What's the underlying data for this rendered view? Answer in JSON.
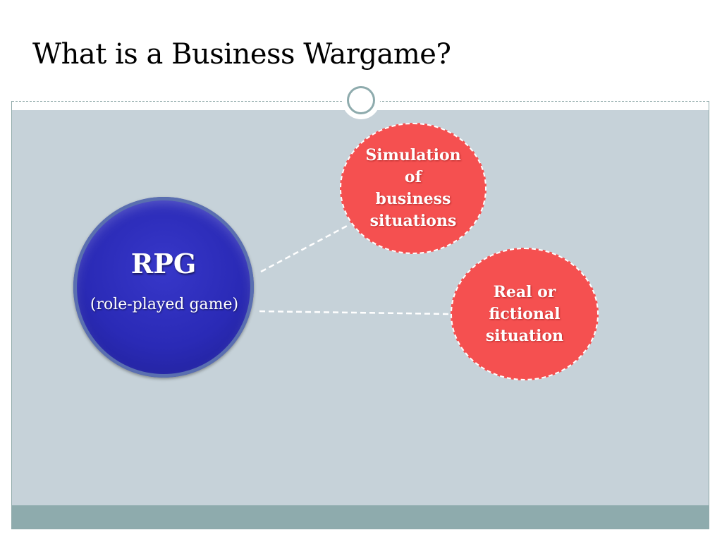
{
  "slide": {
    "title": "What is a Business Wargame?"
  },
  "central_node": {
    "title": "RPG",
    "subtitle": "(role-played game)",
    "color": "#2a2ab6"
  },
  "concepts": [
    {
      "lines": [
        "Simulation",
        "of",
        "business",
        "situations"
      ],
      "color": "#f55050"
    },
    {
      "lines": [
        "Real or",
        "fictional",
        "situation"
      ],
      "color": "#f55050"
    }
  ],
  "theme": {
    "panel_color": "#c6d2d9",
    "footer_color": "#8eabad"
  }
}
